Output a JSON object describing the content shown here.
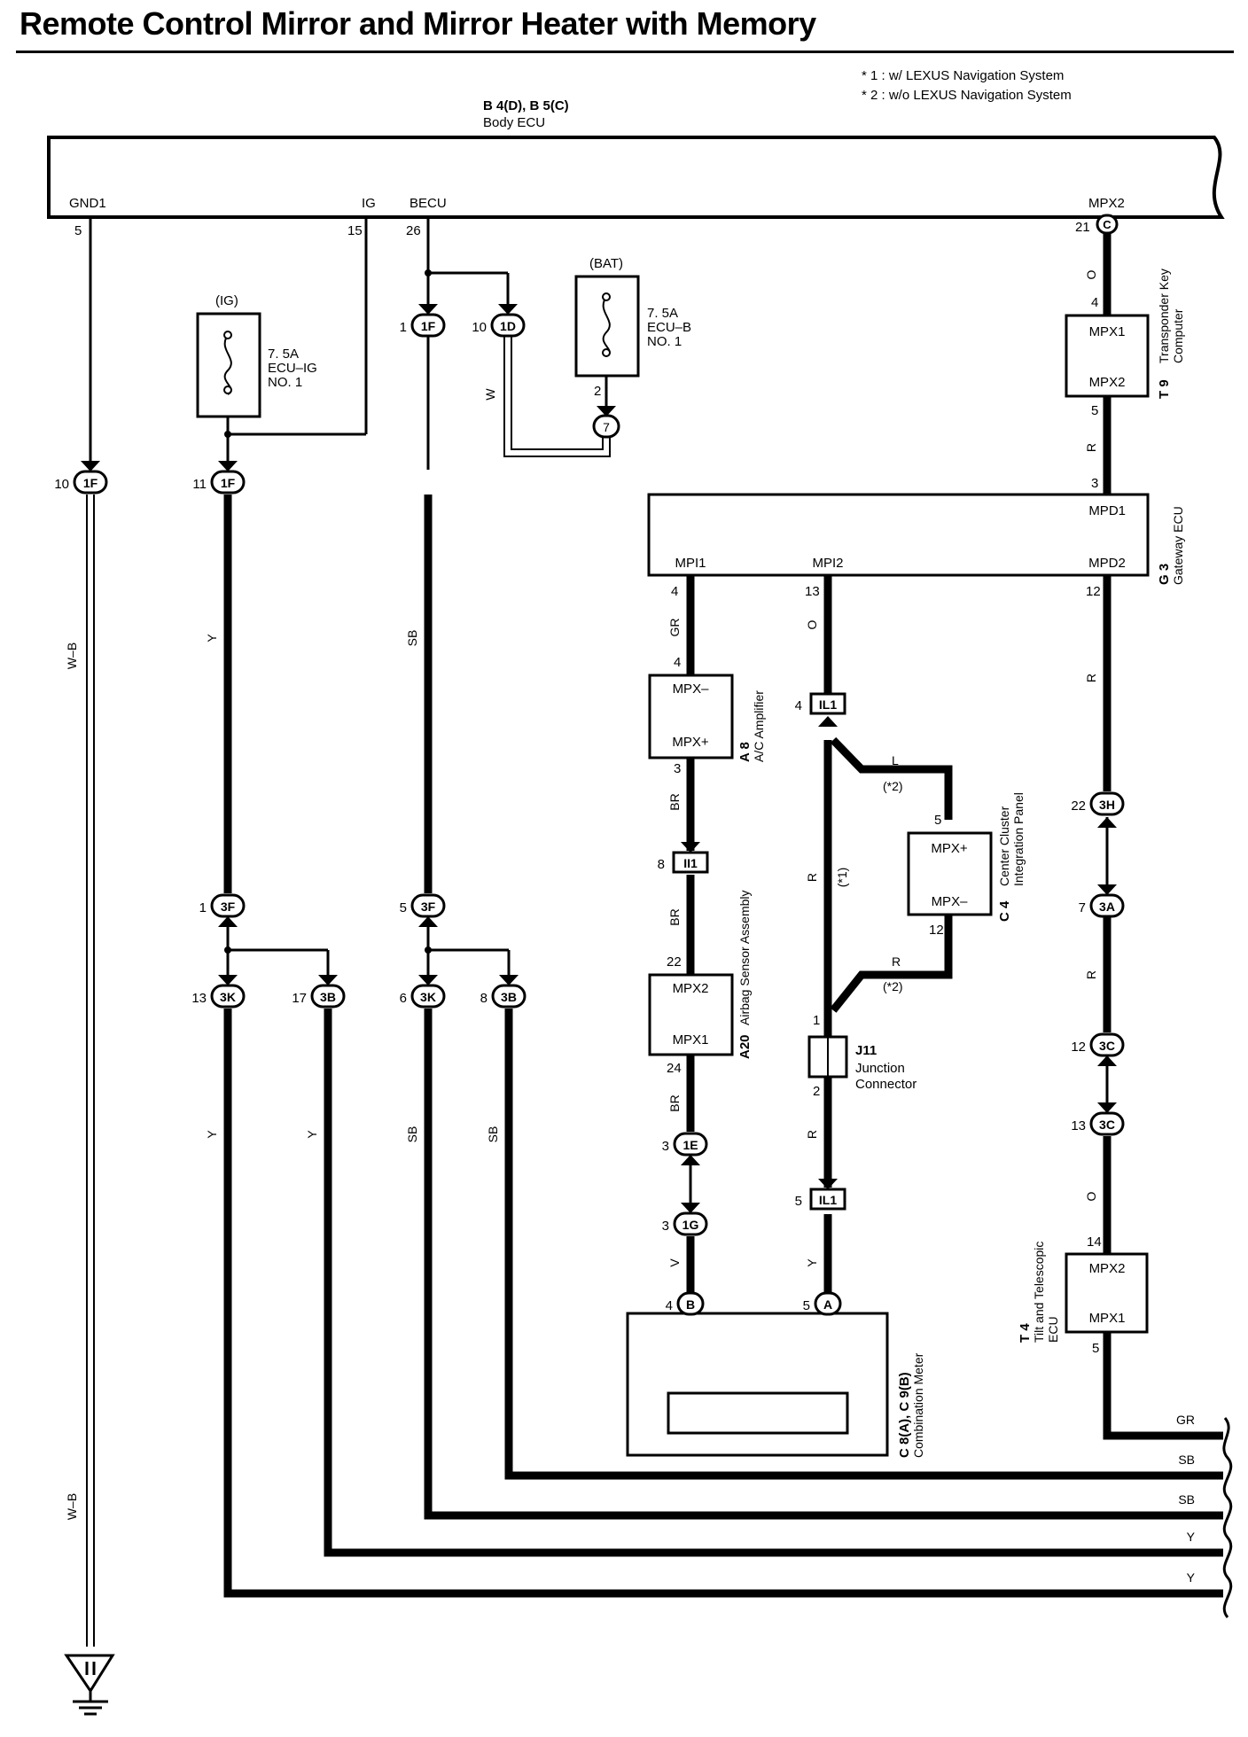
{
  "title": "Remote Control Mirror and Mirror Heater with Memory",
  "notes": [
    "* 1 : w/ LEXUS Navigation System",
    "* 2 : w/o LEXUS Navigation System"
  ],
  "body_ecu": {
    "connector": "B 4(D), B 5(C)",
    "name": "Body ECU",
    "terminals": {
      "gnd1": "GND1",
      "ig": "IG",
      "becu": "BECU",
      "mpx2": "MPX2"
    },
    "pins": {
      "gnd1": "5",
      "ig": "15",
      "becu": "26",
      "mpx2": "21",
      "mpx2_conn": "C"
    }
  },
  "fuse_ig": {
    "circuit": "(IG)",
    "rating": "7. 5A",
    "name": "ECU–IG",
    "no": "NO. 1"
  },
  "fuse_bat": {
    "circuit": "(BAT)",
    "rating": "7. 5A",
    "name": "ECU–B",
    "no": "NO. 1",
    "pin": "2",
    "junction": "7"
  },
  "wire_colors": {
    "wb": "W–B",
    "y": "Y",
    "sb": "SB",
    "w": "W",
    "o": "O",
    "r": "R",
    "gr": "GR",
    "br": "BR",
    "l": "L",
    "v": "V"
  },
  "variants": {
    "v1": "(*1)",
    "v2": "(*2)"
  },
  "connectors": {
    "c1": {
      "pin": "10",
      "id": "1F"
    },
    "c2": {
      "pin": "11",
      "id": "1F"
    },
    "c3": {
      "pin": "1",
      "id": "1F"
    },
    "c4": {
      "pin": "10",
      "id": "1D"
    },
    "c5": {
      "pin": "1",
      "id": "3F"
    },
    "c6": {
      "pin": "5",
      "id": "3F"
    },
    "c7": {
      "pin": "13",
      "id": "3K"
    },
    "c8": {
      "pin": "17",
      "id": "3B"
    },
    "c9": {
      "pin": "6",
      "id": "3K"
    },
    "c10": {
      "pin": "8",
      "id": "3B"
    },
    "c11": {
      "pin": "22",
      "id": "3H"
    },
    "c12": {
      "pin": "7",
      "id": "3A"
    },
    "c13": {
      "pin": "12",
      "id": "3C"
    },
    "c14": {
      "pin": "13",
      "id": "3C"
    },
    "c15": {
      "pin": "3",
      "id": "1E"
    },
    "c16": {
      "pin": "3",
      "id": "1G"
    },
    "c17": {
      "pin": "4",
      "id": "B"
    },
    "c18": {
      "pin": "5",
      "id": "A"
    }
  },
  "il": {
    "il1_top": {
      "pin": "4",
      "id": "IL1"
    },
    "ii1": {
      "pin": "8",
      "id": "II1"
    },
    "il1_bot": {
      "pin": "5",
      "id": "IL1"
    }
  },
  "transponder": {
    "code": "T 9",
    "name": "Transponder Key",
    "name2": "Computer",
    "t1": "MPX1",
    "t2": "MPX2",
    "p1": "4",
    "p2": "5"
  },
  "gateway": {
    "code": "G 3",
    "name": "Gateway ECU",
    "mpd1": "MPD1",
    "mpi1": "MPI1",
    "mpi2": "MPI2",
    "mpd2": "MPD2",
    "p_mpd1": "3",
    "p_mpi1": "4",
    "p_mpi2": "13",
    "p_mpd2": "12"
  },
  "ac_amp": {
    "code": "A 8",
    "name": "A/C Amplifier",
    "t1": "MPX–",
    "t2": "MPX+",
    "p1": "4",
    "p2": "3"
  },
  "airbag": {
    "code": "A20",
    "name": "Airbag Sensor Assembly",
    "t1": "MPX2",
    "t2": "MPX1",
    "p1": "22",
    "p2": "24"
  },
  "center_cluster": {
    "code": "C 4",
    "name": "Center Cluster",
    "name2": "Integration Panel",
    "t1": "MPX+",
    "t2": "MPX–",
    "p1": "5",
    "p2": "12"
  },
  "junction": {
    "code": "J11",
    "name": "Junction",
    "name2": "Connector",
    "p1": "1",
    "p2": "2"
  },
  "tilt": {
    "code": "T 4",
    "name": "Tilt and Telescopic",
    "name2": "ECU",
    "t1": "MPX2",
    "t2": "MPX1",
    "p1": "14",
    "p2": "5"
  },
  "meter": {
    "code": "C 8(A), C 9(B)",
    "name": "Combination Meter"
  },
  "output_wires": [
    "GR",
    "SB",
    "SB",
    "Y",
    "Y"
  ]
}
